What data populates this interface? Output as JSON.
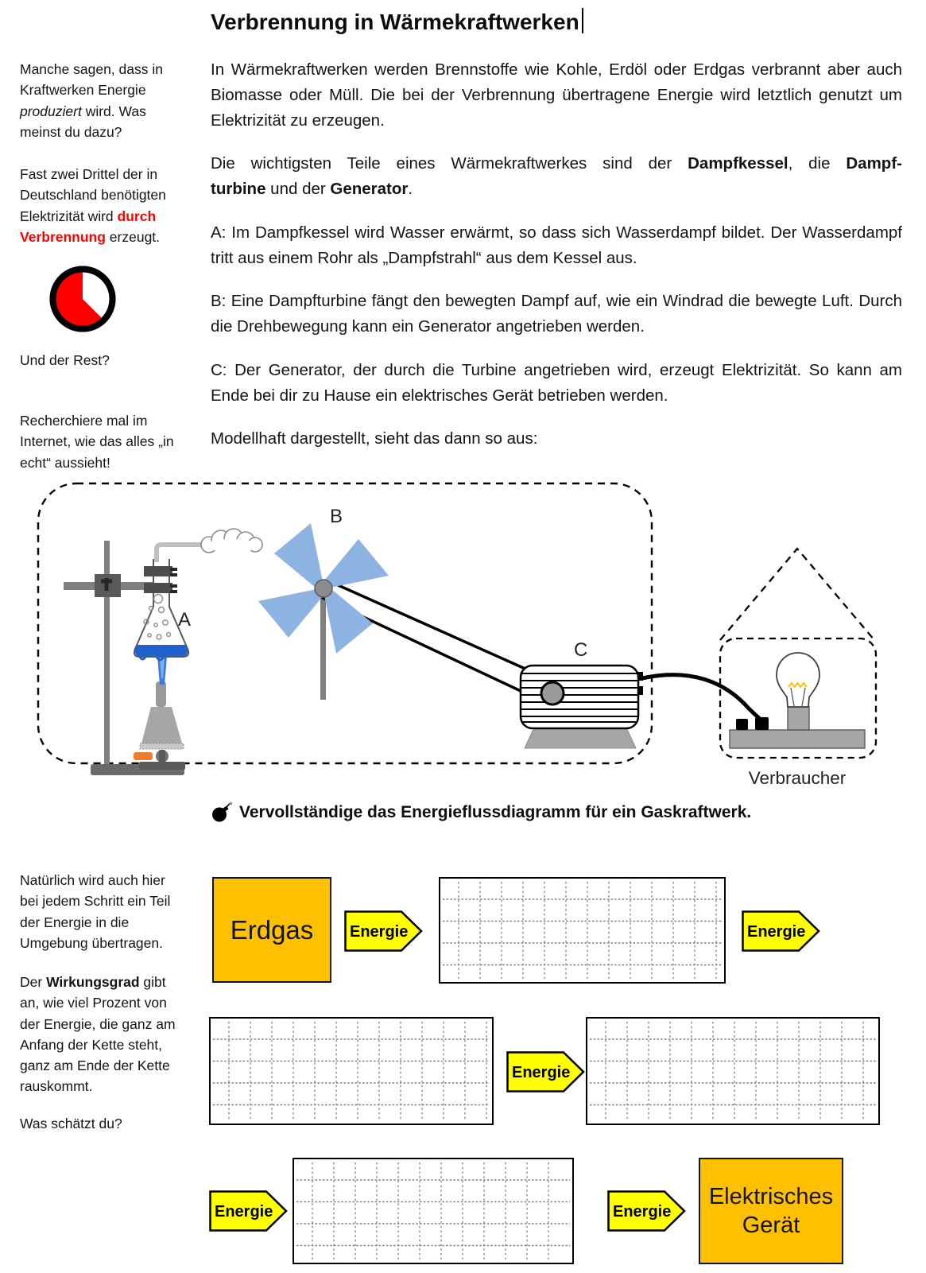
{
  "title": {
    "text": "Verbrennung in Wärmekraftwerken"
  },
  "sidebar": {
    "note1": {
      "runs": [
        {
          "t": "Manche sagen, dass in Kraftwerken Energie "
        },
        {
          "t": "produziert",
          "i": true
        },
        {
          "t": " wird. Was meinst du dazu?"
        }
      ]
    },
    "note2": {
      "runs": [
        {
          "t": "Fast zwei Drittel der in Deutschland benötigten Elektrizität wird "
        },
        {
          "t": "durch Verbrennung",
          "b": true,
          "c": "#FF0000"
        },
        {
          "t": " erzeugt."
        }
      ]
    },
    "pie": {
      "fraction_filled": 0.625,
      "fill_color": "#FF0000",
      "ring_color": "#000000"
    },
    "note3": "Und der Rest?",
    "note4": "Recherchiere mal im Internet, wie das alles „in echt“ aussieht!",
    "note5": "Natürlich wird auch hier bei jedem Schritt ein Teil der Energie in die Umgebung übertragen.",
    "note6": {
      "runs": [
        {
          "t": "Der "
        },
        {
          "t": "Wirkungsgrad",
          "b": true
        },
        {
          "t": " gibt an, wie viel Prozent von der Energie, die ganz am Anfang der Kette steht, ganz am Ende der Kette rauskommt."
        }
      ]
    },
    "note7": "Was schätzt du?"
  },
  "main": {
    "p1": "In Wärmekraftwerken werden Brennstoffe wie Kohle, Erdöl oder Erdgas verbrannt aber auch Biomasse oder Müll. Die bei der Verbrennung übertragene Energie wird letztlich genutzt um Elektrizität zu erzeugen.",
    "p2_line1": {
      "runs": [
        {
          "t": "Die wichtigsten Teile eines Wärmekraftwerkes sind der "
        },
        {
          "t": "Dampfkessel",
          "b": true
        },
        {
          "t": ", die "
        },
        {
          "t": "Dampf-",
          "b": true
        }
      ]
    },
    "p2_line2": {
      "runs": [
        {
          "t": "turbine",
          "b": true
        },
        {
          "t": " und der "
        },
        {
          "t": "Generator",
          "b": true
        },
        {
          "t": "."
        }
      ]
    },
    "p3": "A: Im Dampfkessel wird Wasser erwärmt, so dass sich Wasserdampf bildet. Der Wasserdampf tritt aus einem Rohr als „Dampfstrahl“ aus dem Kessel aus.",
    "p4": "B: Eine Dampfturbine fängt den bewegten Dampf auf, wie ein Windrad die bewegte Luft. Durch die Drehbewegung kann ein Generator angetrieben werden.",
    "p5": "C: Der Generator, der durch die Turbine angetrieben wird, erzeugt Elektrizität. So kann am Ende bei dir zu Hause ein elektrisches Gerät betrieben werden.",
    "p6": "Modellhaft dargestellt, sieht das dann so aus:"
  },
  "model_diagram": {
    "label_a": "A",
    "label_b": "B",
    "label_c": "C",
    "consumer_label": "Verbraucher",
    "turbine_color": "#8DB3E2"
  },
  "task": {
    "icon": "bomb-icon",
    "heading": "Vervollständige das Energieflussdiagramm für ein Gaskraftwerk."
  },
  "flow": {
    "source_label": "Erdgas",
    "sink_label": "Elektrisches Gerät",
    "arrow_label": "Energie",
    "colors": {
      "endpoint_fill": "#FFC000",
      "arrow_fill": "#FFFF00"
    }
  }
}
